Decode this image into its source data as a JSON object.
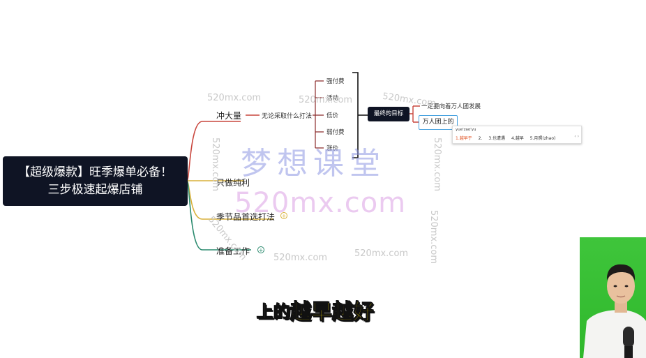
{
  "root": {
    "line1": "【超级爆款】旺季爆单必备！",
    "line2": "三步极速起爆店铺"
  },
  "branches": [
    {
      "label": "冲大量",
      "color": "#c9463d"
    },
    {
      "label": "只做纯利",
      "color": "#d9b13a"
    },
    {
      "label": "季节品首选打法",
      "color": "#d9b13a"
    },
    {
      "label": "准备工作",
      "color": "#2a8a6e"
    }
  ],
  "sub_branch": "无论采取什么打法",
  "options": [
    "强付费",
    "活动",
    "低价",
    "弱付费",
    "涨价"
  ],
  "goal": "最终的目标",
  "goal_text": "一定要向着万人团发展",
  "edit_text": "万人团上的",
  "ime": {
    "pinyin": "yue'zao'yu",
    "candidates": [
      "1.越早于",
      "2.",
      "3.也遭遇",
      "4.越早",
      "5.月照(zhao)"
    ],
    "arrows": "‹ ›"
  },
  "watermarks": {
    "small": "520mx.com",
    "big_cn": "梦想课堂",
    "big_url": "520mx.com"
  },
  "subtitle": {
    "part1": "上的",
    "part2": "越早越好"
  },
  "colors": {
    "root_bg": "#0f1424",
    "red": "#c9463d",
    "yellow": "#d9b13a",
    "green": "#2a8a6e",
    "dark_red": "#8a2a2a"
  }
}
